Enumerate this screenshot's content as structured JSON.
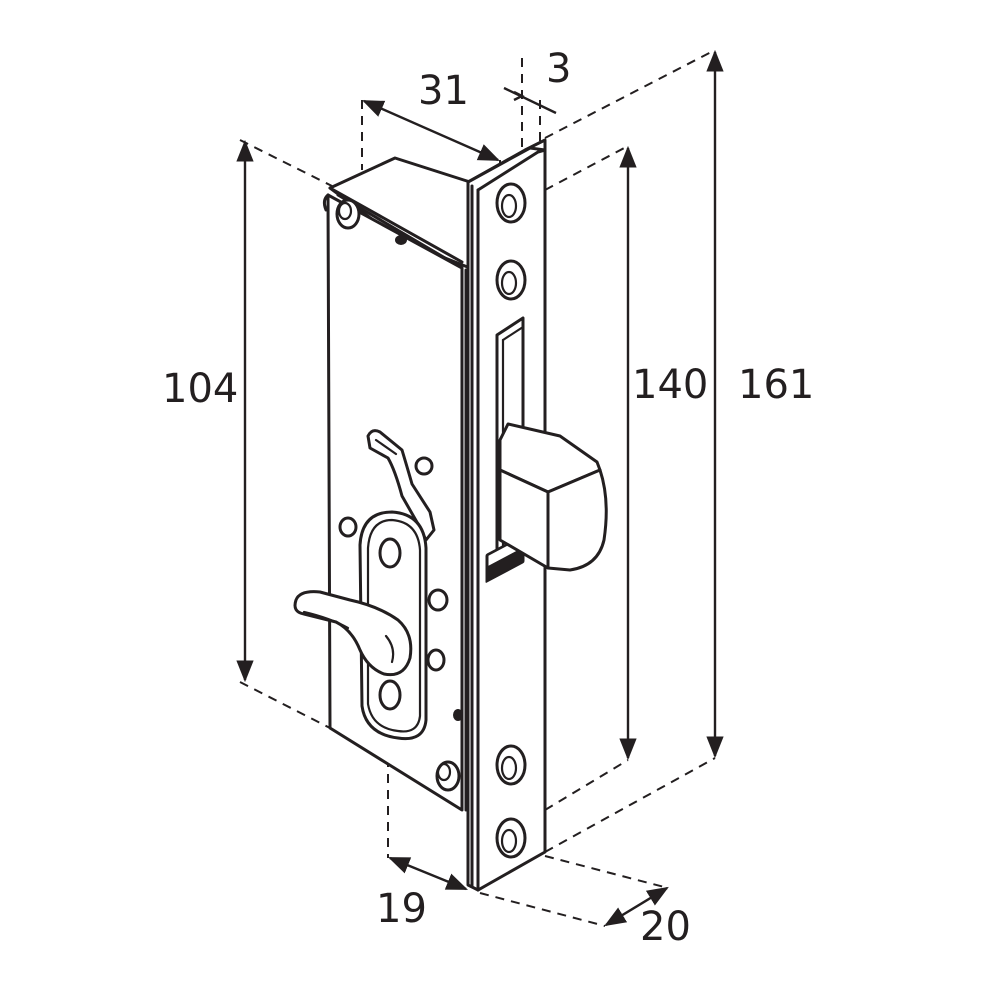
{
  "dimensions": {
    "case_height": "104",
    "case_depth": "31",
    "faceplate_thickness": "3",
    "screw_centres": "140",
    "faceplate_length": "161",
    "backset": "19",
    "faceplate_width": "20"
  },
  "colors": {
    "ink": "#231f20",
    "background": "#ffffff"
  }
}
